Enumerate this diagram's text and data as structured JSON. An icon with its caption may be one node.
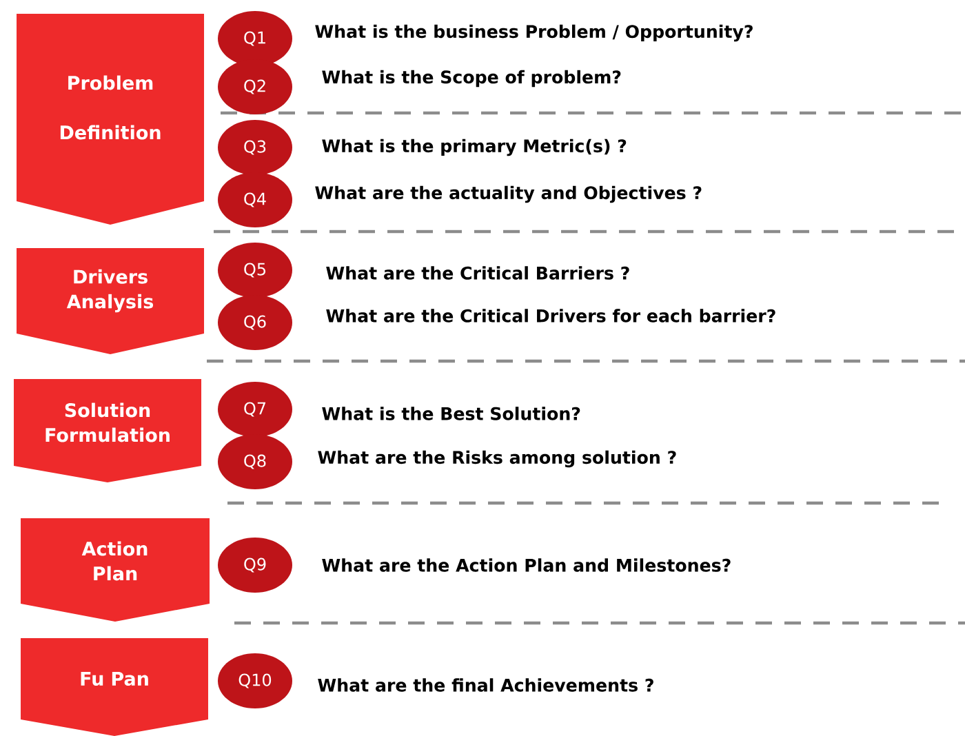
{
  "diagram": {
    "nodes": [
      {
        "text": [
          "Problem Definition"
        ]
      },
      {
        "text": [
          "Drivers Analysis"
        ]
      },
      {
        "text": [
          "Solution Formulation"
        ]
      },
      {
        "text": [
          "Action Plan"
        ]
      },
      {
        "text": [
          "Fu Pan"
        ]
      },
      {
        "text": [
          "Q1"
        ],
        "beside": [
          "What is the business Problem / Opportunity?"
        ]
      },
      {
        "text": [
          "Q2"
        ],
        "beside": [
          "What is the Scope of problem?"
        ]
      },
      {
        "text": [
          "Q3"
        ],
        "beside": [
          "What is the primary Metric(s) ?"
        ]
      },
      {
        "text": [
          "Q4"
        ],
        "beside": [
          "What are the actuality and Objectives ?"
        ]
      },
      {
        "text": [
          "Q5"
        ],
        "beside": [
          "What are the Critical Barriers ?"
        ]
      },
      {
        "text": [
          "Q6"
        ],
        "beside": [
          "What are the Critical Drivers for each barrier?"
        ]
      },
      {
        "text": [
          "Q7"
        ],
        "beside": [
          "What is the Best Solution?"
        ]
      },
      {
        "text": [
          "Q8"
        ],
        "beside": [
          "What are the Risks among solution ?"
        ]
      },
      {
        "text": [
          "Q9"
        ],
        "beside": [
          "What are the Action Plan and Milestones?"
        ]
      },
      {
        "text": [
          "Q10"
        ],
        "beside": [
          "What are the final Achievements ?"
        ]
      }
    ]
  }
}
